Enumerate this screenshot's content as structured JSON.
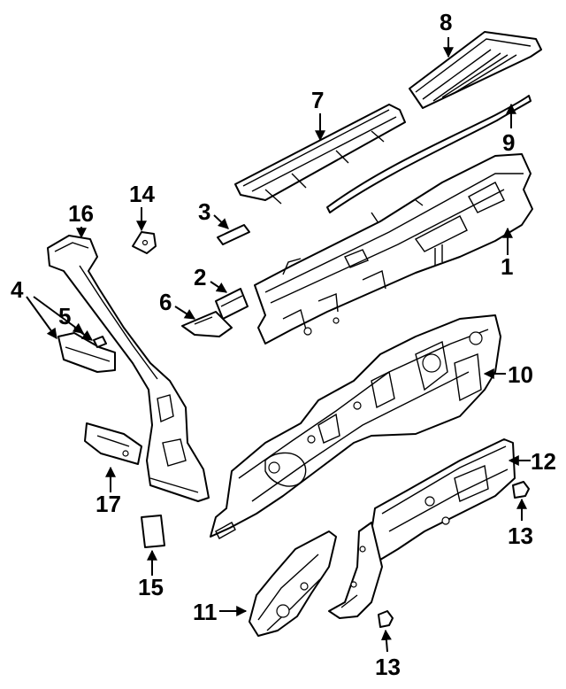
{
  "callouts": {
    "c1": "1",
    "c2": "2",
    "c3": "3",
    "c4": "4",
    "c5": "5",
    "c6": "6",
    "c7": "7",
    "c8": "8",
    "c9": "9",
    "c10": "10",
    "c11": "11",
    "c12": "12",
    "c13a": "13",
    "c13b": "13",
    "c14": "14",
    "c15": "15",
    "c16": "16",
    "c17": "17"
  }
}
